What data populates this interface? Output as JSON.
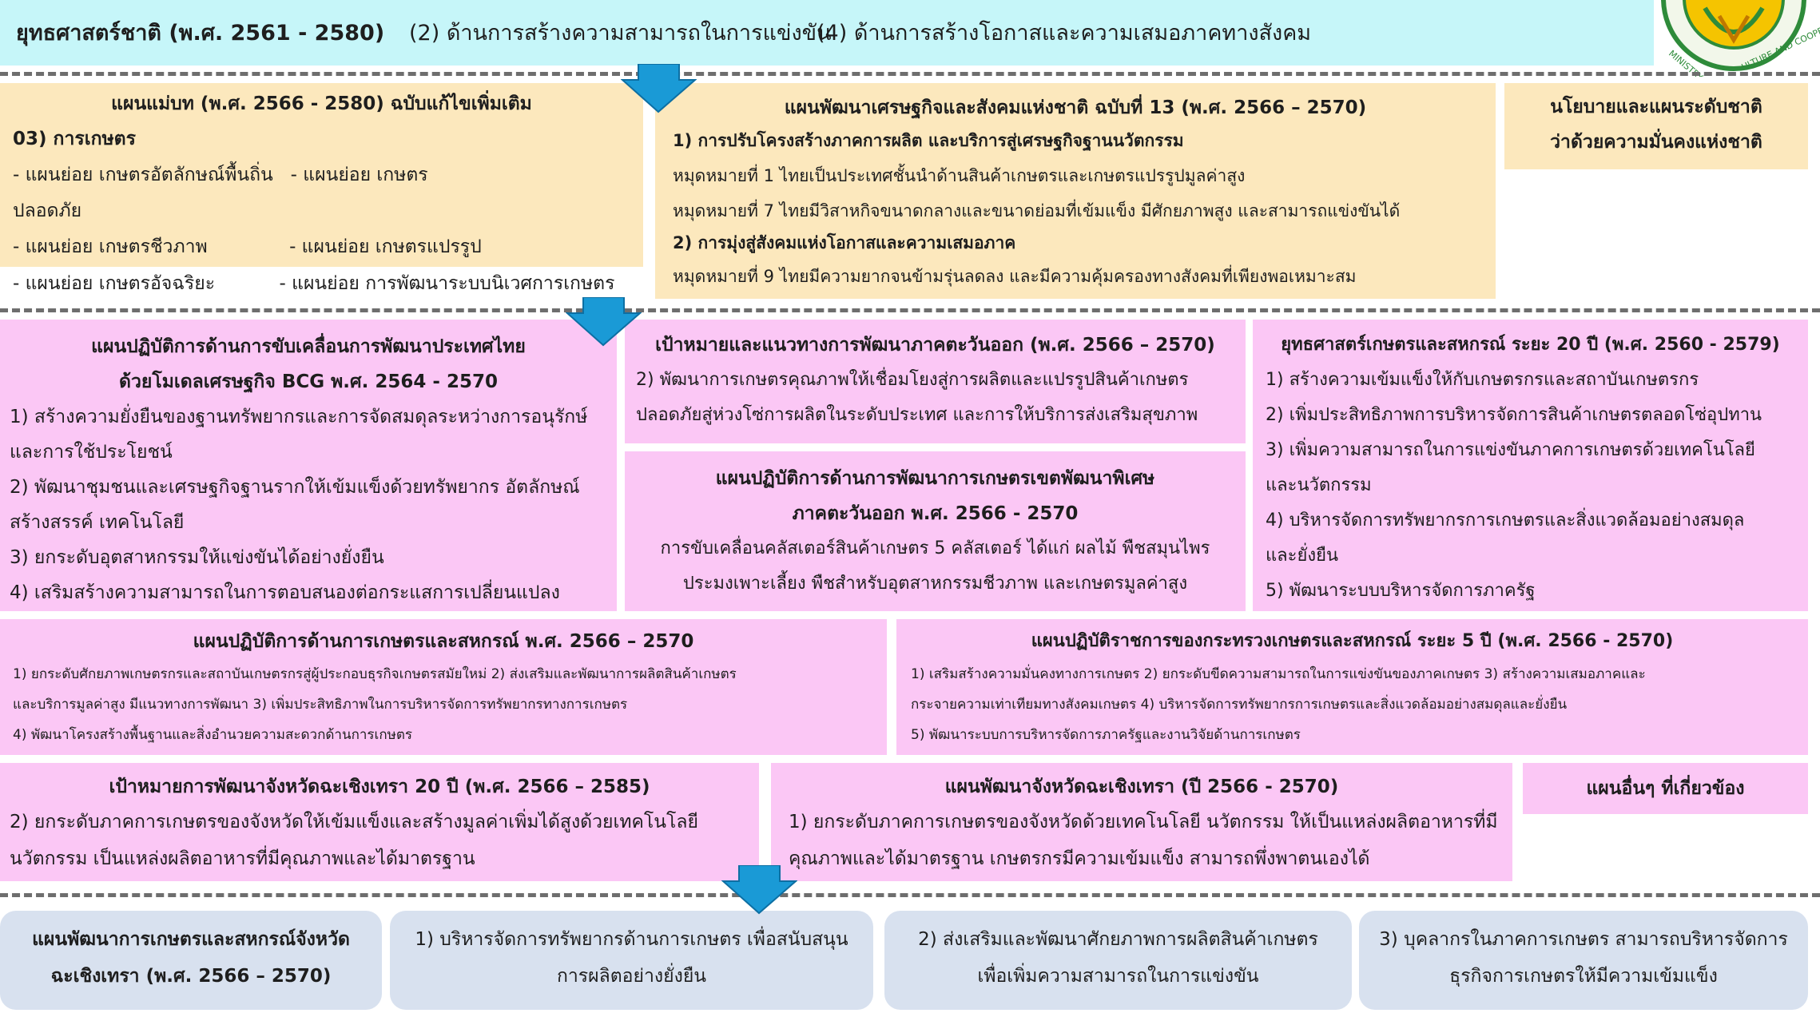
{
  "header": {
    "title": "ยุทธศาสตร์ชาติ (พ.ศ. 2561 - 2580)",
    "item_2": "(2) ด้านการสร้างความสามารถในการแข่งขัน",
    "item_4": "(4) ด้านการสร้างโอกาสและความเสมอภาคทางสังคม"
  },
  "logo": {
    "text": "MINISTRY OF AGRICULTURE AND COOPERATIVES",
    "color": "#2e8b3a"
  },
  "master_plan": {
    "title": "แผนแม่บท (พ.ศ. 2566 - 2580) ฉบับแก้ไขเพิ่มเติม",
    "subtitle": "03) การเกษตร",
    "rows": [
      "- แผนย่อย เกษตรอัตลักษณ์พื้นถิ่น   - แผนย่อย เกษตร",
      "ปลอดภัย",
      "- แผนย่อย เกษตรชีวภาพ              - แผนย่อย เกษตรแปรรูป",
      "- แผนย่อย เกษตรอัจฉริยะ           - แผนย่อย การพัฒนาระบบนิเวศการเกษตร"
    ]
  },
  "nesdp": {
    "title": "แผนพัฒนาเศรษฐกิจและสังคมแห่งชาติ ฉบับที่ 13 (พ.ศ. 2566 – 2570)",
    "lines": [
      "1) การปรับโครงสร้างภาคการผลิต และบริการสู่เศรษฐกิจฐานนวัตกรรม",
      "หมุดหมายที่ 1 ไทยเป็นประเทศชั้นนำด้านสินค้าเกษตรและเกษตรแปรรูปมูลค่าสูง",
      "หมุดหมายที่ 7 ไทยมีวิสาหกิจขนาดกลางและขนาดย่อมที่เข้มแข็ง มีศักยภาพสูง และสามารถแข่งขันได้",
      "2) การมุ่งสู่สังคมแห่งโอกาสและความเสมอภาค",
      "หมุดหมายที่ 9 ไทยมีความยากจนข้ามรุ่นลดลง และมีความคุ้มครองทางสังคมที่เพียงพอเหมาะสม"
    ]
  },
  "security": {
    "line1": "นโยบายและแผนระดับชาติ",
    "line2": "ว่าด้วยความมั่นคงแห่งชาติ"
  },
  "bcg": {
    "title1": "แผนปฏิบัติการด้านการขับเคลื่อนการพัฒนาประเทศไทย",
    "title2": "ด้วยโมเดลเศรษฐกิจ BCG พ.ศ. 2564 - 2570",
    "lines": [
      "1) สร้างความยั่งยืนของฐานทรัพยากรและการจัดสมดุลระหว่างการอนุรักษ์",
      "และการใช้ประโยชน์",
      "2) พัฒนาชุมชนและเศรษฐกิจฐานรากให้เข้มแข็งด้วยทรัพยากร  อัตลักษณ์",
      "สร้างสรรค์ เทคโนโลยี",
      "3) ยกระดับอุตสาหกรรมให้แข่งขันได้อย่างยั่งยืน",
      "4) เสริมสร้างความสามารถในการตอบสนองต่อกระแสการเปลี่ยนแปลง"
    ]
  },
  "east_goal": {
    "title": "เป้าหมายและแนวทางการพัฒนาภาคตะวันออก  (พ.ศ. 2566 – 2570)",
    "lines": [
      "2) พัฒนาการเกษตรคุณภาพให้เชื่อมโยงสู่การผลิตและแปรรูปสินค้าเกษตร",
      "ปลอดภัยสู่ห่วงโซ่การผลิตในระดับประเทศ  และการให้บริการส่งเสริมสุขภาพ"
    ]
  },
  "eec": {
    "title1": "แผนปฏิบัติการด้านการพัฒนาการเกษตรเขตพัฒนาพิเศษ",
    "title2": "ภาคตะวันออก  พ.ศ. 2566 - 2570",
    "lines": [
      "การขับเคลื่อนคลัสเตอร์สินค้าเกษตร  5 คลัสเตอร์ ได้แก่ ผลไม้ พืชสมุนไพร",
      "ประมงเพาะเลี้ยง พืชสำหรับอุตสาหกรรมชีวภาพ  และเกษตรมูลค่าสูง"
    ]
  },
  "moac20": {
    "title": "ยุทธศาสตร์เกษตรและสหกรณ์ ระยะ 20 ปี (พ.ศ. 2560 - 2579)",
    "lines": [
      "1) สร้างความเข้มแข็งให้กับเกษตรกรและสถาบันเกษตรกร",
      "2) เพิ่มประสิทธิภาพการบริหารจัดการสินค้าเกษตรตลอดโซ่อุปทาน",
      "3) เพิ่มความสามารถในการแข่งขันภาคการเกษตรด้วยเทคโนโลยี",
      "และนวัตกรรม",
      "4) บริหารจัดการทรัพยากรการเกษตรและสิ่งแวดล้อมอย่างสมดุล",
      "และยั่งยืน",
      "5) พัฒนาระบบบริหารจัดการภาครัฐ"
    ]
  },
  "action_plan": {
    "title": "แผนปฏิบัติการด้านการเกษตรและสหกรณ์  พ.ศ. 2566 – 2570",
    "lines": [
      "1) ยกระดับศักยภาพเกษตรกรและสถาบันเกษตรกรสู่ผู้ประกอบธุรกิจเกษตรสมัยใหม่ 2) ส่งเสริมและพัฒนาการผลิตสินค้าเกษตร",
      "และบริการมูลค่าสูง มีแนวทางการพัฒนา 3) เพิ่มประสิทธิภาพในการบริหารจัดการทรัพยากรทางการเกษตร",
      "4) พัฒนาโครงสร้างพื้นฐานและสิ่งอำนวยความสะดวกด้านการเกษตร"
    ]
  },
  "gov_plan": {
    "title": "แผนปฏิบัติราชการของกระทรวงเกษตรและสหกรณ์ ระยะ 5 ปี (พ.ศ. 2566 - 2570)",
    "lines": [
      "1) เสริมสร้างความมั่นคงทางการเกษตร 2) ยกระดับขีดความสามารถในการแข่งขันของภาคเกษตร 3) สร้างความเสมอภาคและ",
      "กระจายความเท่าเทียมทางสังคมเกษตร 4) บริหารจัดการทรัพยากรการเกษตรและสิ่งแวดล้อมอย่างสมดุลและยั่งยืน",
      "5) พัฒนาระบบการบริหารจัดการภาครัฐและงานวิจัยด้านการเกษตร"
    ]
  },
  "prov_goal": {
    "title": "เป้าหมายการพัฒนาจังหวัดฉะเชิงเทรา  20 ปี (พ.ศ. 2566 – 2585)",
    "lines": [
      "2) ยกระดับภาคการเกษตรของจังหวัดให้เข้มแข็งและสร้างมูลค่าเพิ่มได้สูงด้วยเทคโนโลยี",
      "นวัตกรรม เป็นแหล่งผลิตอาหารที่มีคุณภาพและได้มาตรฐาน"
    ]
  },
  "prov_plan": {
    "title": "แผนพัฒนาจังหวัดฉะเชิงเทรา (ปี 2566 - 2570)",
    "lines": [
      "1) ยกระดับภาคการเกษตรของจังหวัดด้วยเทคโนโลยี  นวัตกรรม ให้เป็นแหล่งผลิตอาหารที่มี",
      "คุณภาพและได้มาตรฐาน เกษตรกรมีความเข้มแข็ง สามารถพึ่งพาตนเองได้"
    ]
  },
  "other": {
    "label": "แผนอื่นๆ ที่เกี่ยวข้อง"
  },
  "bottom": [
    {
      "line1": "แผนพัฒนาการเกษตรและสหกรณ์จังหวัด",
      "line2": "ฉะเชิงเทรา (พ.ศ. 2566 – 2570)"
    },
    {
      "line1": "1) บริหารจัดการทรัพยากรด้านการเกษตร  เพื่อสนับสนุน",
      "line2": "การผลิตอย่างยั่งยืน"
    },
    {
      "line1": "2) ส่งเสริมและพัฒนาศักยภาพการผลิตสินค้าเกษตร",
      "line2": "เพื่อเพิ่มความสามารถในการแข่งขัน"
    },
    {
      "line1": "3) บุคลากรในภาคการเกษตร สามารถบริหารจัดการ",
      "line2": "ธุรกิจการเกษตรให้มีความเข้มแข็ง"
    }
  ],
  "colors": {
    "pink": "#fbc7f5",
    "yellow": "#fce8bd",
    "cyan": "#c6f6f9",
    "blue_box": "#d8e1ef",
    "arrow": "#1a9ad6"
  }
}
